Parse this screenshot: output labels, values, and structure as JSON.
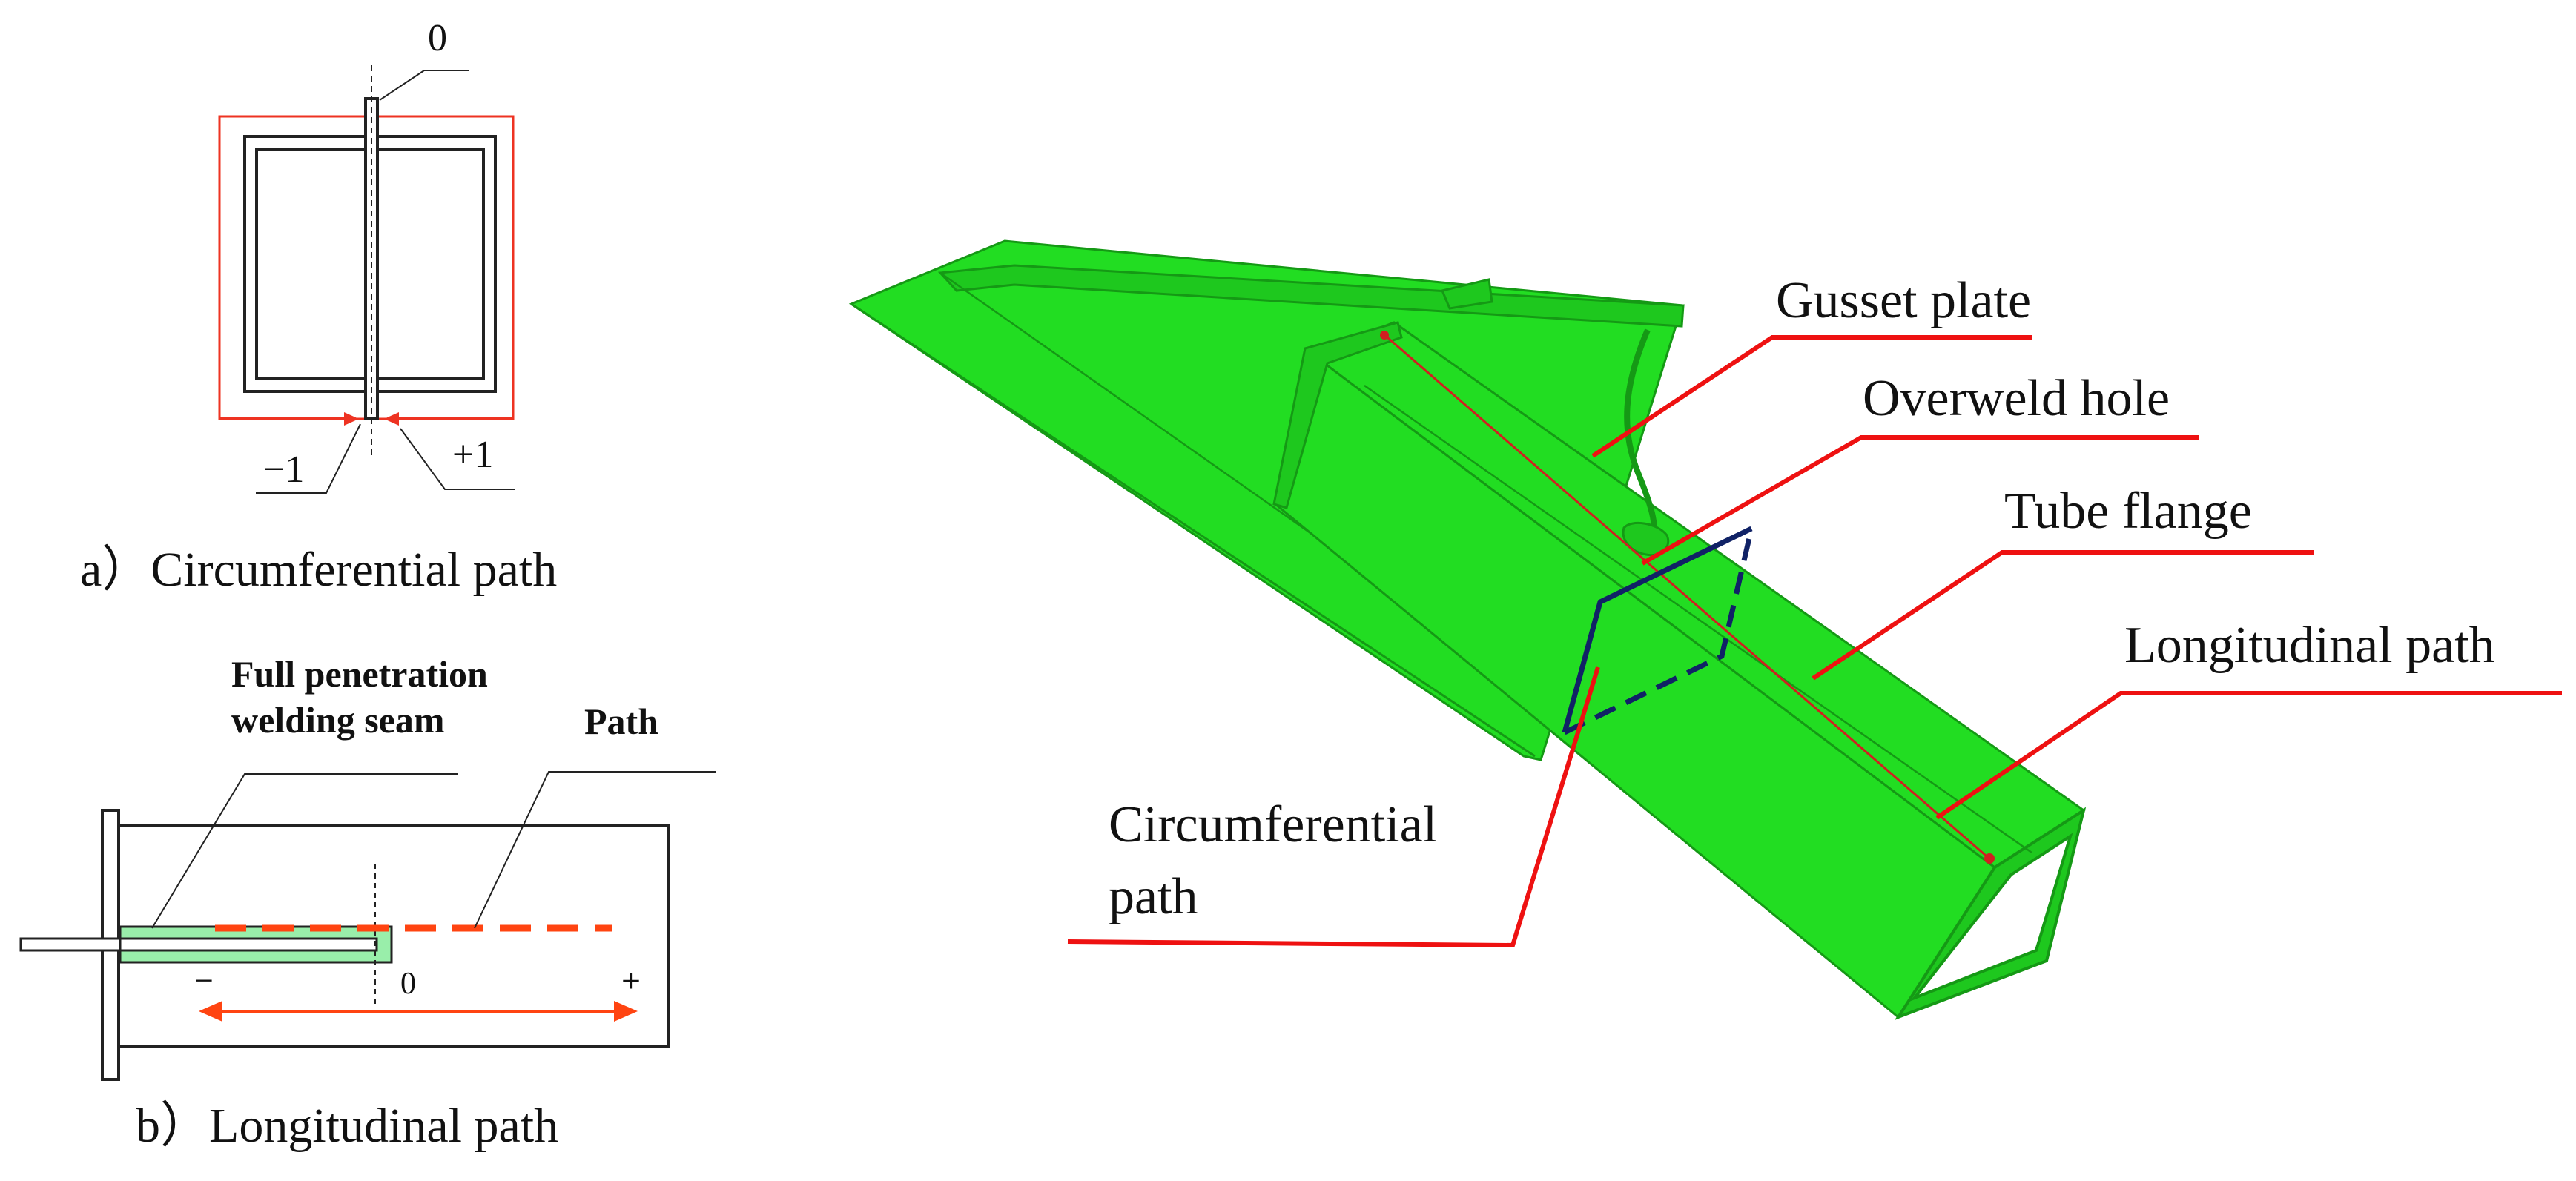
{
  "panel_a": {
    "caption": "a）Circumferential path",
    "label_zero": "0",
    "label_minus": "−1",
    "label_plus": "+1"
  },
  "panel_b": {
    "caption": "b）Longitudinal path",
    "label_weld_line1": "Full penetration",
    "label_weld_line2": "welding seam",
    "label_path": "Path",
    "label_minus": "−",
    "label_zero": "0",
    "label_plus": "+"
  },
  "model": {
    "label_gusset": "Gusset plate",
    "label_overweld": "Overweld hole",
    "label_flange": "Tube flange",
    "label_longitudinal": "Longitudinal path",
    "label_circ_line1": "Circumferential",
    "label_circ_line2": "path"
  },
  "colors": {
    "green": "#22dd22",
    "green_dark": "#159915",
    "red": "#ee1111",
    "orange_red": "#ff4411",
    "navy": "#102266",
    "light_green": "#99eeaa"
  }
}
